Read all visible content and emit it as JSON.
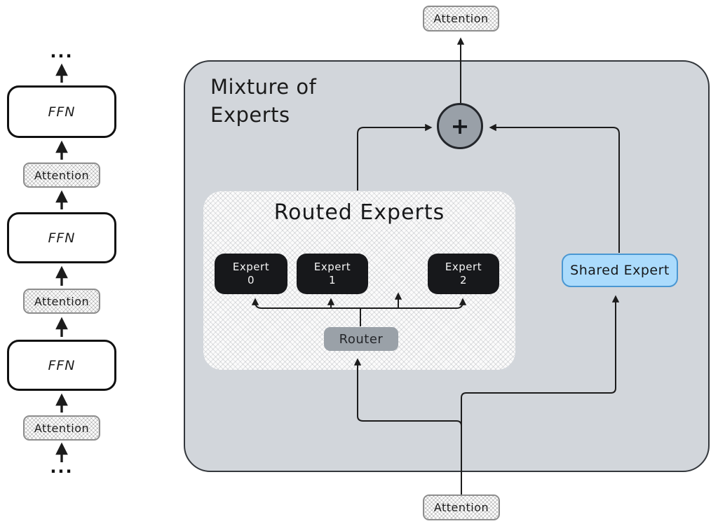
{
  "colors": {
    "moe_box_fill": "#d2d6db",
    "moe_box_border": "#33373c",
    "routed_panel_fill": "#fbfbfb",
    "expert_fill": "#17181b",
    "expert_text": "#f4f4f4",
    "router_fill": "#9aa1a8",
    "sum_circle_fill": "#99a0a8",
    "shared_expert_fill": "#abdbfc",
    "shared_expert_border": "#4a97d2",
    "line_color": "#1c1c1c"
  },
  "left_stack": {
    "dots_top": "...",
    "dots_bottom": "...",
    "ffn_labels": [
      "FFN",
      "FFN",
      "FFN"
    ],
    "attention_labels": [
      "Attention",
      "Attention",
      "Attention"
    ]
  },
  "attention_io": {
    "top": "Attention",
    "bottom": "Attention"
  },
  "moe": {
    "title_line1": "Mixture of",
    "title_line2": "Experts",
    "sum_symbol": "+",
    "routed": {
      "title": "Routed Experts",
      "experts": [
        {
          "name_line": "Expert",
          "index": "0"
        },
        {
          "name_line": "Expert",
          "index": "1"
        },
        {
          "name_line": "Expert",
          "index": "2"
        }
      ],
      "router_label": "Router"
    },
    "shared_expert_label": "Shared Expert"
  }
}
